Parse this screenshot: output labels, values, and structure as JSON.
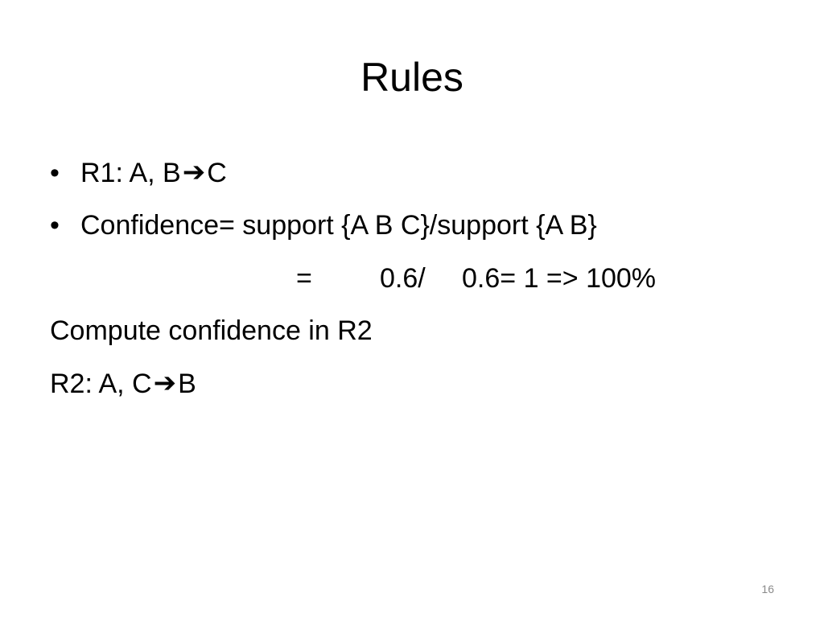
{
  "slide": {
    "title": "Rules",
    "bullets": [
      {
        "prefix": "R1: A, B",
        "arrow": "➔",
        "suffix": "C"
      },
      {
        "text": "Confidence= support {A B C}/support {A B}"
      }
    ],
    "equation": {
      "equals": "=",
      "numerator": "0.6/",
      "result": "0.6= 1 => 100%"
    },
    "prompt": "Compute confidence in R2",
    "rule2": {
      "prefix": "R2: A, C",
      "arrow": "➔",
      "suffix": "B"
    },
    "page_number": "16"
  }
}
